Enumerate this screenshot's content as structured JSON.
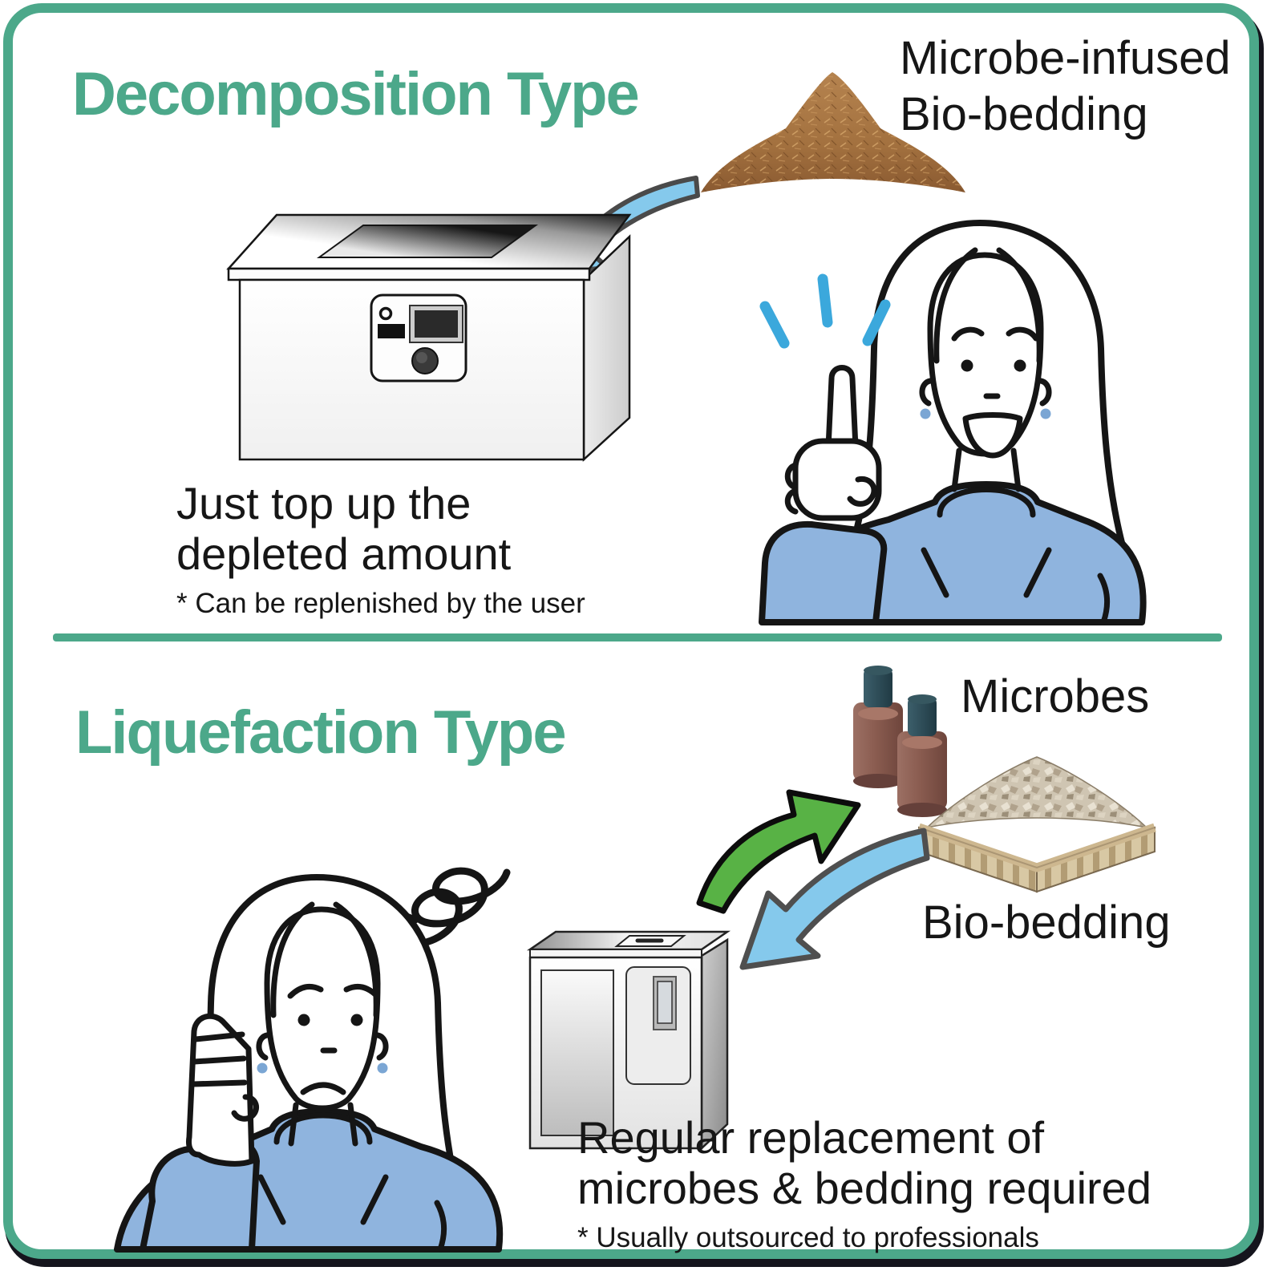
{
  "sections": {
    "decomposition": {
      "heading": "Decomposition Type",
      "bedding_label_line1": "Microbe-infused",
      "bedding_label_line2": "Bio-bedding",
      "caption_line1": "Just top up the",
      "caption_line2": "depleted amount",
      "note": "* Can be replenished by the user"
    },
    "liquefaction": {
      "heading": "Liquefaction Type",
      "microbes_label": "Microbes",
      "bedding_label": "Bio-bedding",
      "caption_line1": "Regular replacement of",
      "caption_line2": "microbes & bedding required",
      "note": "* Usually outsourced to professionals"
    }
  },
  "illustrations": {
    "decomposition_composter": "composter unit with control panel",
    "bedding_pile": "pile of microbe-infused bio-bedding",
    "happy_woman": "smiling woman raising index finger",
    "replenish_arrow": "blue arrow from bedding to composter",
    "liquefaction_composter": "composter unit with door and display",
    "microbe_bottles": "two brown bottles of microbes",
    "bedding_basket": "basket tray of bio-bedding pellets",
    "worried_woman": "worried woman thinking",
    "confusion_squiggle": "scribble confusion mark",
    "remove_arrow": "green arrow from composter to microbes",
    "refill_arrow": "blue arrow from bedding basket to composter"
  },
  "colors": {
    "accent_green": "#4CA88A",
    "ink": "#161616",
    "arrow_blue": "#85C9EC",
    "arrow_blue_outline": "#4A4A4A",
    "arrow_green": "#58B245",
    "sweater_blue": "#8FB4DE",
    "emphasis_blue": "#3BA8DC",
    "bedding_brown": "#A3713F",
    "bottle_brown": "#8A5C50",
    "bottle_cap_teal": "#2E4C58",
    "pellet_beige": "#CFC5B2",
    "basket_tan": "#D8C8A4"
  }
}
